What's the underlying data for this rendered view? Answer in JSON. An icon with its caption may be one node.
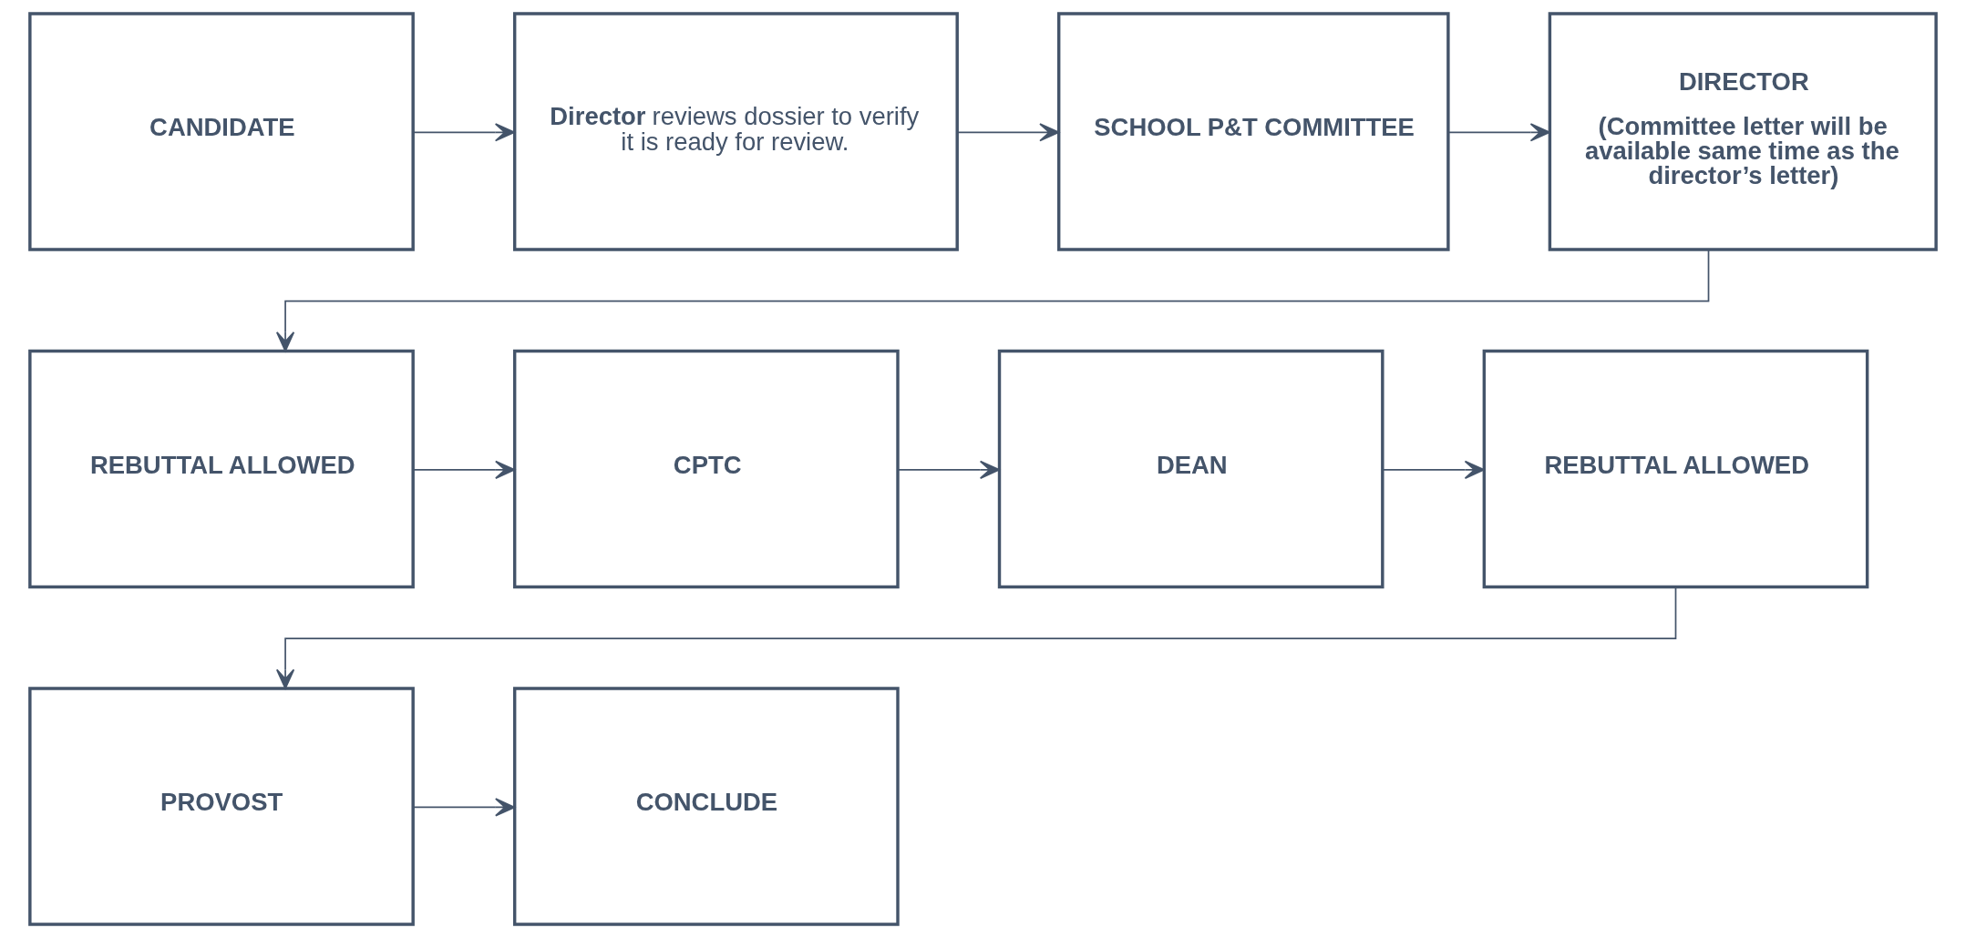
{
  "diagram": {
    "nodes": [
      {
        "text": [
          "CANDIDATE"
        ]
      },
      {
        "text": [
          "**Director** reviews dossier to verify it is ready for review."
        ]
      },
      {
        "text": [
          "SCHOOL P&T COMMITTEE"
        ]
      },
      {
        "text": [
          "DIRECTOR",
          "(Committee letter will be available same time as the director’s letter)"
        ]
      },
      {
        "text": [
          "REBUTTAL ALLOWED"
        ]
      },
      {
        "text": [
          "CPTC"
        ]
      },
      {
        "text": [
          "DEAN"
        ]
      },
      {
        "text": [
          "REBUTTAL ALLOWED"
        ]
      },
      {
        "text": [
          "PROVOST"
        ]
      },
      {
        "text": [
          "CONCLUDE"
        ]
      }
    ],
    "edges": [
      {
        "from": 0,
        "to": 1,
        "arrow": "to"
      },
      {
        "from": 1,
        "to": 2,
        "arrow": "to"
      },
      {
        "from": 2,
        "to": 3,
        "arrow": "to"
      },
      {
        "from": 3,
        "to": 4,
        "arrow": "to"
      },
      {
        "from": 4,
        "to": 5,
        "arrow": "to"
      },
      {
        "from": 5,
        "to": 6,
        "arrow": "to"
      },
      {
        "from": 6,
        "to": 7,
        "arrow": "to"
      },
      {
        "from": 7,
        "to": 8,
        "arrow": "to"
      },
      {
        "from": 8,
        "to": 9,
        "arrow": "to"
      }
    ]
  }
}
